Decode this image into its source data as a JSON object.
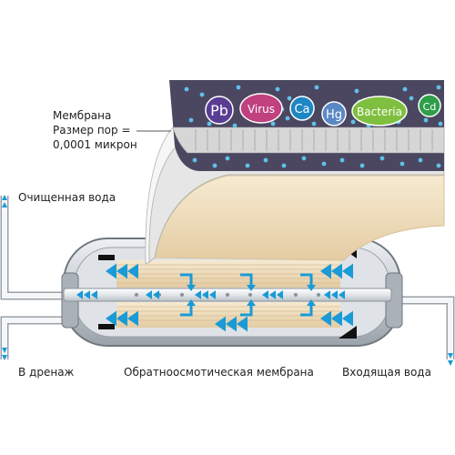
{
  "labels": {
    "membrane": "Мембрана",
    "pore_size": "Размер пор =",
    "pore_value": "0,0001 микрон",
    "purified_water": "Очищенная вода",
    "drain": "В дренаж",
    "ro_membrane": "Обратноосмотическая мембрана",
    "inlet_water": "Входящая вода"
  },
  "contaminants": [
    {
      "symbol": "Pb",
      "color": "#5a3d93"
    },
    {
      "symbol": "Virus",
      "color": "#c0417e"
    },
    {
      "symbol": "Ca",
      "color": "#1d86c4"
    },
    {
      "symbol": "Hg",
      "color": "#5a88c4"
    },
    {
      "symbol": "Bacteria",
      "color": "#7fbf3f"
    },
    {
      "symbol": "Cd",
      "color": "#2f9e4a"
    }
  ],
  "colors": {
    "membrane_dark": "#4b4760",
    "membrane_tan": "#efdcb8",
    "housing_gray": "#c9ced3",
    "arrow_blue": "#1a9ad6",
    "dot_blue": "#5fc1ea"
  }
}
